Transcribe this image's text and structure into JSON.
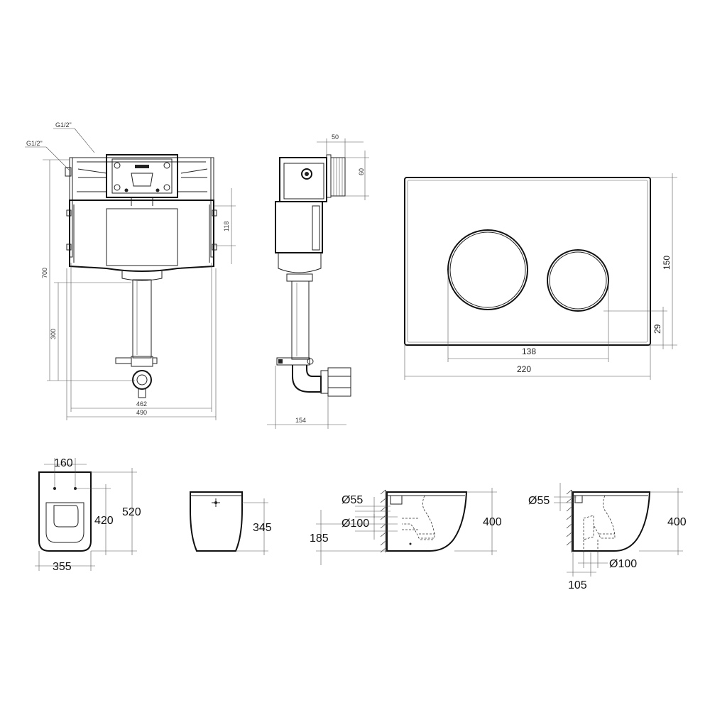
{
  "cistern": {
    "inlet_top": "G1/2\"",
    "inlet_side": "G1/2\"",
    "height_total": "700",
    "height_drain": "300",
    "width_inner": "462",
    "width_outer": "490",
    "offset_118": "118",
    "depth_top_50": "50",
    "depth_pipe_60": "60",
    "depth_side": "154"
  },
  "flush_plate": {
    "height": "150",
    "width": "220",
    "button_span": "138",
    "bottom_offset": "29"
  },
  "toilet": {
    "top_width": "160",
    "seat_length": "420",
    "total_length": "520",
    "width": "355",
    "front_height": "345",
    "side_outlet_diam": "Ø55",
    "side_drain_diam": "Ø100",
    "side_drain_height": "185",
    "side_height": "400",
    "floor_outlet_diam": "Ø55",
    "floor_height": "400",
    "floor_drain_diam": "Ø100",
    "floor_offset": "105"
  }
}
